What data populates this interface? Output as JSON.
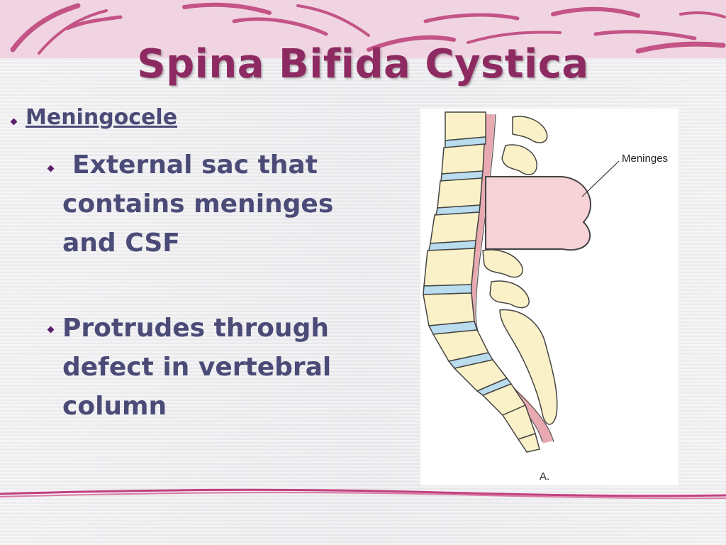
{
  "slide": {
    "title": "Spina Bifida Cystica",
    "bullets": [
      {
        "text": "Meningocele",
        "level": 1
      },
      {
        "text": "External sac that contains meninges and CSF",
        "level": 2
      },
      {
        "text": "Protrudes through defect in vertebral column",
        "level": 2
      }
    ]
  },
  "figure": {
    "label_meninges": "Meninges",
    "label_panel": "A."
  },
  "colors": {
    "title": "#8e2a62",
    "body_text": "#4b4b78",
    "bullet_marker": "#5a1f6a",
    "accent_band": "#f0d4e2",
    "swoosh": "#c2407f"
  }
}
